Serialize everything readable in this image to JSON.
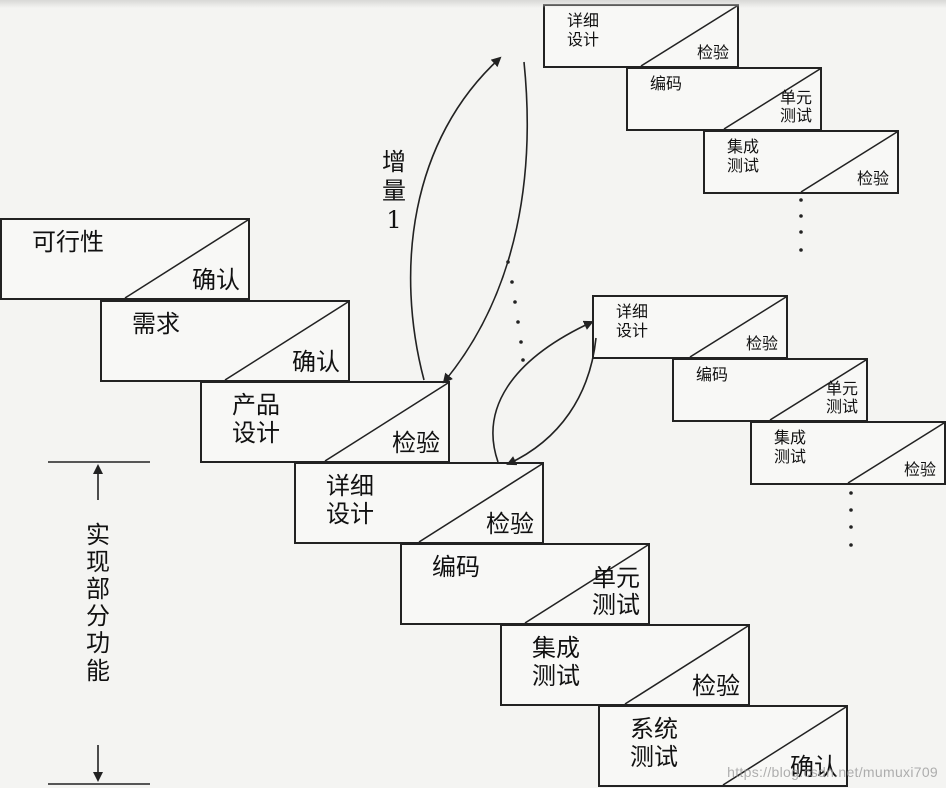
{
  "main_stairs": [
    {
      "id": "feasibility",
      "top": "可行性",
      "bottom": "确认"
    },
    {
      "id": "requirements",
      "top": "需求",
      "bottom": "确认"
    },
    {
      "id": "product-design",
      "top": "产品\n设计",
      "bottom": "检验"
    },
    {
      "id": "detailed-design",
      "top": "详细\n设计",
      "bottom": "检验"
    },
    {
      "id": "coding",
      "top": "编码",
      "bottom": "单元\n测试"
    },
    {
      "id": "integration",
      "top": "集成\n测试",
      "bottom": "检验"
    },
    {
      "id": "system-test",
      "top": "系统\n测试",
      "bottom": "确认"
    }
  ],
  "increment_a": [
    {
      "id": "detailed-design",
      "top": "详细\n设计",
      "bottom": "检验"
    },
    {
      "id": "coding",
      "top": "编码",
      "bottom": "单元\n测试"
    },
    {
      "id": "integration",
      "top": "集成\n测试",
      "bottom": "检验"
    }
  ],
  "increment_b": [
    {
      "id": "detailed-design",
      "top": "详细\n设计",
      "bottom": "检验"
    },
    {
      "id": "coding",
      "top": "编码",
      "bottom": "单元\n测试"
    },
    {
      "id": "integration",
      "top": "集成\n测试",
      "bottom": "检验"
    }
  ],
  "increment_label": "增\n量\n1",
  "side_label": "实\n现\n部\n分\n功\n能",
  "watermark": "https://blog.csdn.net/mumuxi709"
}
